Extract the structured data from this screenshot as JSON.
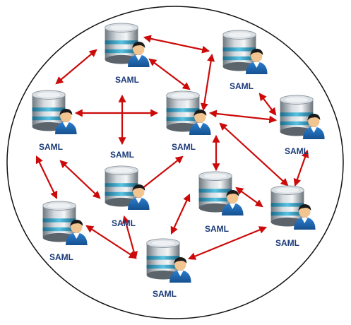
{
  "colors": {
    "arrow": "#cc0a0a",
    "label": "#1a3a78",
    "circle": "#111111",
    "disk_top": "#d8dde2",
    "disk_band": "#2e95b8"
  },
  "icons": {
    "database": "database-server-icon",
    "user": "user-person-icon"
  },
  "nodes": [
    {
      "label": "SAML"
    },
    {
      "label": "SAML"
    },
    {
      "label": "SAML"
    },
    {
      "label": "SAML"
    },
    {
      "label": "SAML"
    },
    {
      "label": "SAML"
    },
    {
      "label": "SAML"
    },
    {
      "label": "SAML"
    },
    {
      "label": "SAML"
    },
    {
      "label": "SAML"
    },
    {
      "label": "SAML"
    }
  ],
  "hub_label": "SAML"
}
